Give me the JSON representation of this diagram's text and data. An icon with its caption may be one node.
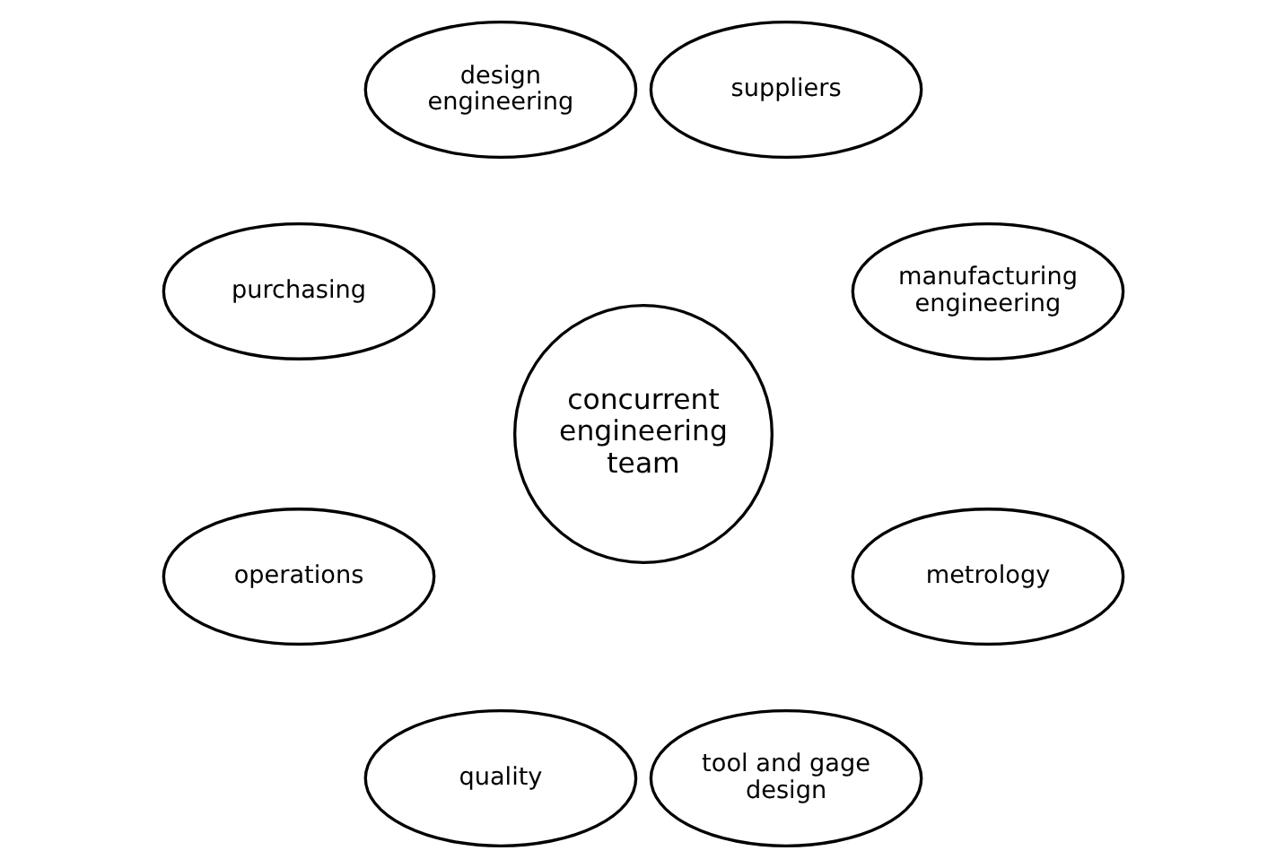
{
  "diagram": {
    "nodes": [
      {
        "text": [
          "manufacturing engineering"
        ]
      },
      {
        "text": [
          "suppliers"
        ]
      },
      {
        "text": [
          "design engineering"
        ]
      },
      {
        "text": [
          "concurrent engineering team"
        ]
      },
      {
        "text": [
          "purchasing"
        ]
      },
      {
        "text": [
          "operations"
        ]
      },
      {
        "text": [
          "quality"
        ]
      },
      {
        "text": [
          "tool and gage design"
        ]
      },
      {
        "text": [
          "metrology"
        ]
      }
    ]
  }
}
